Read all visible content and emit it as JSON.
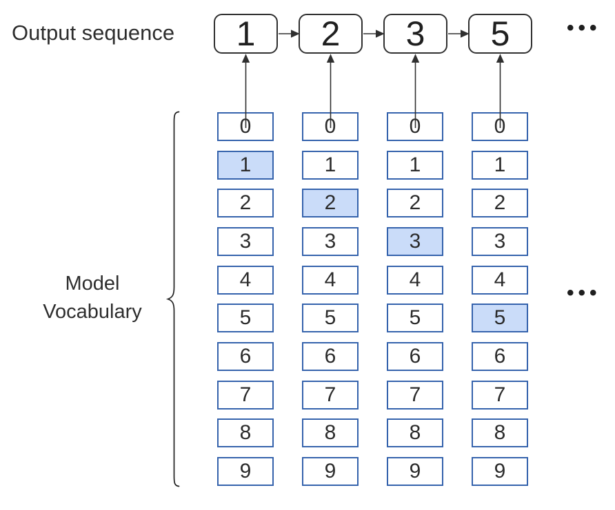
{
  "output_sequence": {
    "label": "Output sequence",
    "tokens": [
      "1",
      "2",
      "3",
      "5"
    ],
    "ellipsis": "•••"
  },
  "vocabulary": {
    "label": "Model Vocabulary",
    "tokens": [
      "0",
      "1",
      "2",
      "3",
      "4",
      "5",
      "6",
      "7",
      "8",
      "9"
    ],
    "columns": [
      {
        "highlighted_token": "1"
      },
      {
        "highlighted_token": "2"
      },
      {
        "highlighted_token": "3"
      },
      {
        "highlighted_token": "5"
      }
    ],
    "ellipsis": "•••"
  },
  "colors": {
    "blue_border": "#3462ac",
    "highlight_fill": "#cadcf9",
    "outline_dark": "#2f2f2f"
  }
}
